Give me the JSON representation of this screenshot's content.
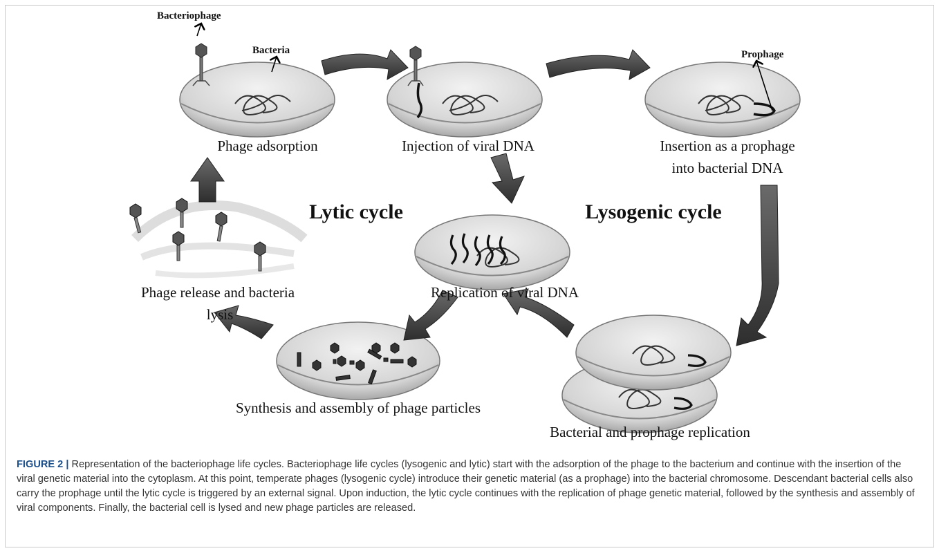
{
  "labels": {
    "bacteriophage": "Bacteriophage",
    "bacteria": "Bacteria",
    "prophage": "Prophage",
    "step_adsorption": "Phage adsorption",
    "step_injection": "Injection of viral DNA",
    "step_insertion_1": "Insertion as a prophage",
    "step_insertion_2": "into bacterial DNA",
    "step_release_1": "Phage release and bacteria",
    "step_release_2": "lysis",
    "step_replication": "Replication of viral DNA",
    "step_synthesis": "Synthesis and assembly of phage particles",
    "step_bacterial_replication": "Bacterial and prophage replication",
    "lytic_cycle": "Lytic cycle",
    "lysogenic_cycle": "Lysogenic cycle"
  },
  "caption": {
    "figure_label": "FIGURE 2",
    "separator": "|",
    "text": " Representation of the bacteriophage life cycles. Bacteriophage life cycles (lysogenic and lytic) start with the adsorption of the phage to the bacterium and continue with the insertion of the viral genetic material into the cytoplasm. At this point, temperate phages (lysogenic cycle) introduce their genetic material (as a prophage) into the bacterial chromosome. Descendant bacterial cells also carry the prophage until the lytic cycle is triggered by an external signal. Upon induction, the lytic cycle continues with the replication of phage genetic material, followed by the synthesis and assembly of viral components. Finally, the bacterial cell is lysed and new phage particles are released."
  },
  "colors": {
    "arrow": "#4b4b4b",
    "cell_fill": "#d6d6d6",
    "caption_accent": "#1a4f8b"
  }
}
